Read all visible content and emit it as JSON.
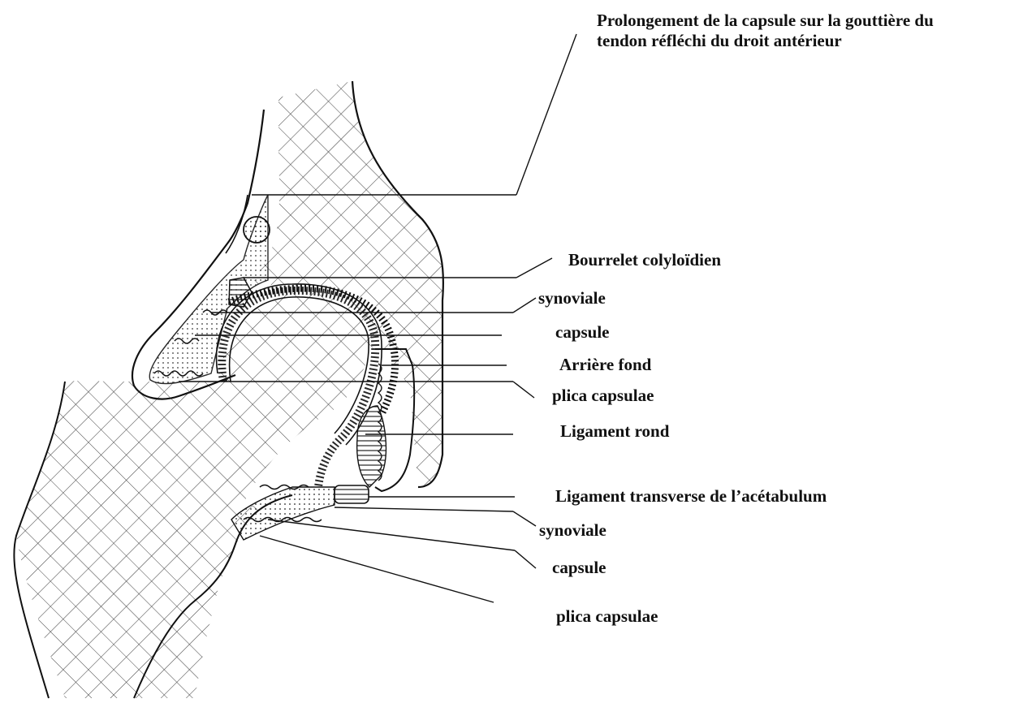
{
  "labels": {
    "prolongement_line1": "Prolongement de la capsule sur la gouttière du",
    "prolongement_line2": "tendon réfléchi du droit antérieur",
    "bourrelet": "Bourrelet colyloïdien",
    "synoviale_top": "synoviale",
    "capsule_top": "capsule",
    "arriere_fond": "Arrière fond",
    "plica_top": "plica capsulae",
    "ligament_rond": "Ligament rond",
    "ligament_transverse": "Ligament transverse de l’acétabulum",
    "synoviale_bottom": "synoviale",
    "capsule_bottom": "capsule",
    "plica_bottom": "plica capsulae"
  },
  "colors": {
    "ink": "#111111",
    "background": "#ffffff"
  }
}
